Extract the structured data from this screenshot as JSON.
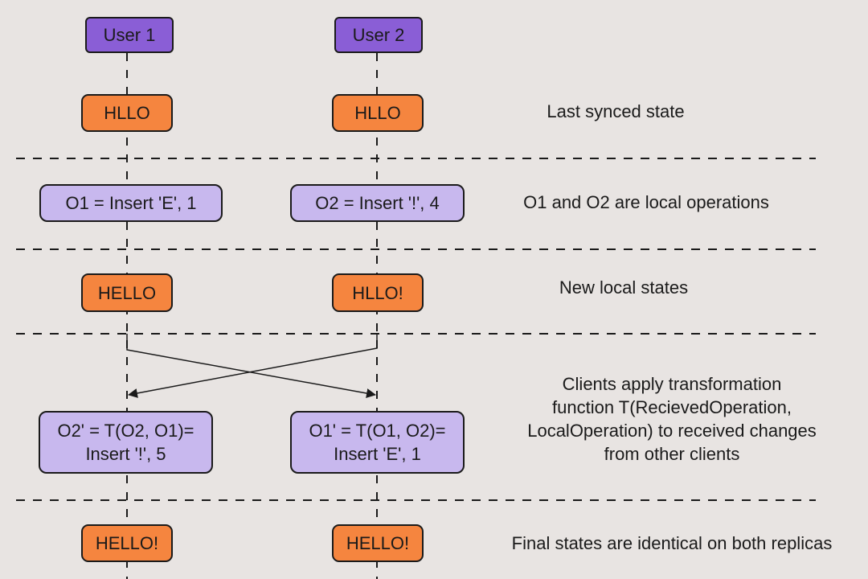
{
  "users": [
    "User 1",
    "User 2"
  ],
  "rows": {
    "synced": {
      "left": "HLLO",
      "right": "HLLO",
      "note": "Last synced state"
    },
    "local_ops": {
      "left": "O1 = Insert 'E', 1",
      "right": "O2 = Insert '!', 4",
      "note": "O1 and O2 are local operations"
    },
    "local_states": {
      "left": "HELLO",
      "right": "HLLO!",
      "note": "New local states"
    },
    "transformed": {
      "left": "O2' = T(O2, O1)=\nInsert '!', 5",
      "right": "O1' = T(O1, O2)=\nInsert 'E', 1",
      "note": "Clients apply transformation\nfunction T(RecievedOperation,\nLocalOperation) to received changes\nfrom other clients"
    },
    "final": {
      "left": "HELLO!",
      "right": "HELLO!",
      "note": "Final states are identical on both replicas"
    }
  },
  "colors": {
    "background": "#e8e4e2",
    "user_box": "#8a5ed6",
    "state_box": "#f5853f",
    "operation_box": "#c8b8ee",
    "stroke": "#1a1a1a"
  }
}
